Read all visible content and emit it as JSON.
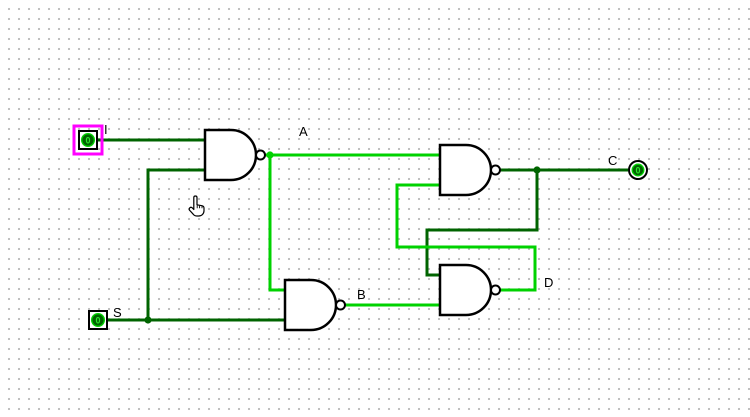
{
  "colors": {
    "background": "#ffffff",
    "grid_dot": "#b9b9b9",
    "wire_high": "#00d200",
    "wire_low": "#006400",
    "component_stroke": "#000000",
    "gate_fill": "#ffffff",
    "selection_halo": "#ff00ff",
    "pin_value_text": "#2ee62e",
    "label_text": "#000000"
  },
  "pins": {
    "input_i": {
      "label": "I",
      "value": "0",
      "type": "input-pin",
      "selected": true
    },
    "input_s": {
      "label": "S",
      "value": "0",
      "type": "input-pin",
      "selected": false
    },
    "output_c": {
      "label": "C",
      "value": "0",
      "type": "output-pin",
      "selected": false
    }
  },
  "nets": {
    "a": {
      "label": "A",
      "state": 1
    },
    "b": {
      "label": "B",
      "state": 1
    },
    "d": {
      "label": "D",
      "state": 1
    },
    "c_out": {
      "state": 0
    },
    "i_in": {
      "state": 0
    },
    "s_in": {
      "state": 0
    }
  },
  "gates": [
    {
      "id": "nand-1",
      "type": "NAND",
      "inputs": [
        "I",
        "S"
      ],
      "output": "A"
    },
    {
      "id": "nand-2",
      "type": "NAND",
      "inputs": [
        "A",
        "S"
      ],
      "output": "B"
    },
    {
      "id": "nand-3",
      "type": "NAND",
      "inputs": [
        "A",
        "D"
      ],
      "output": "C"
    },
    {
      "id": "nand-4",
      "type": "NAND",
      "inputs": [
        "C",
        "B"
      ],
      "output": "D"
    }
  ],
  "cursor": {
    "icon": "hand-pointer-cursor"
  }
}
